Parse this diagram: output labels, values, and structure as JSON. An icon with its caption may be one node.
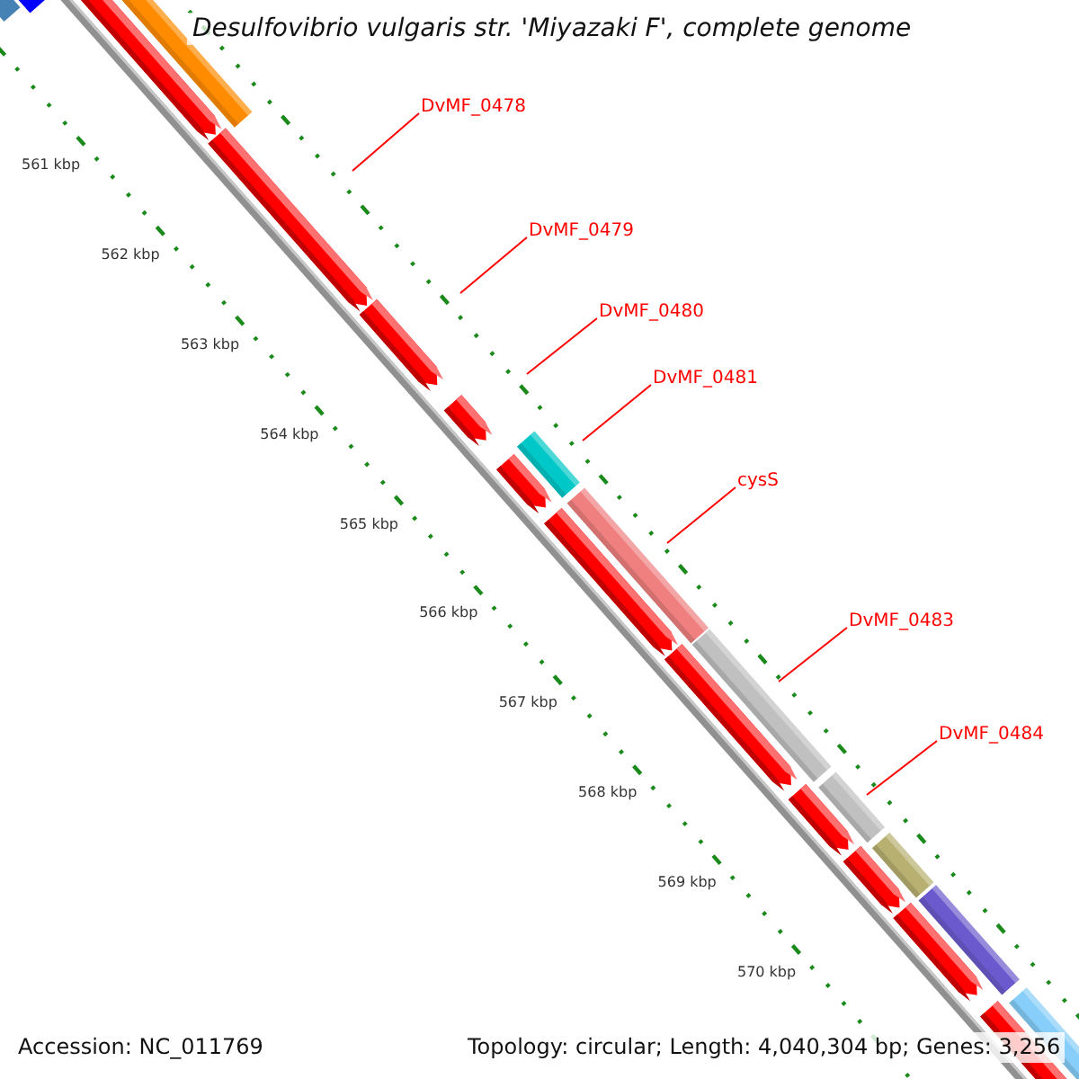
{
  "diagram": {
    "title": "Desulfovibrio vulgaris str. 'Miyazaki F', complete genome",
    "nodes": [
      {
        "text": [
          "DvMF_0478"
        ]
      },
      {
        "text": [
          "DvMF_0479"
        ]
      },
      {
        "text": [
          "DvMF_0480"
        ]
      },
      {
        "text": [
          "DvMF_0481"
        ]
      },
      {
        "text": [
          "cysS"
        ]
      },
      {
        "text": [
          "DvMF_0483"
        ]
      },
      {
        "text": [
          "DvMF_0484"
        ]
      }
    ],
    "edges": [
      {
        "from": 0,
        "to": null,
        "arrow": "none"
      },
      {
        "from": 1,
        "to": null,
        "arrow": "none"
      },
      {
        "from": 2,
        "to": null,
        "arrow": "none"
      },
      {
        "from": 3,
        "to": null,
        "arrow": "none"
      },
      {
        "from": 4,
        "to": null,
        "arrow": "none"
      },
      {
        "from": 5,
        "to": null,
        "arrow": "none"
      },
      {
        "from": 6,
        "to": null,
        "arrow": "none"
      }
    ],
    "labels": [
      "561 kbp",
      "562 kbp",
      "563 kbp",
      "564 kbp",
      "565 kbp",
      "566 kbp",
      "567 kbp",
      "568 kbp",
      "569 kbp",
      "570 kbp",
      "Accession: NC_011769",
      "Topology: circular; Length: 4,040,304 bp; Genes: 3,256"
    ]
  }
}
